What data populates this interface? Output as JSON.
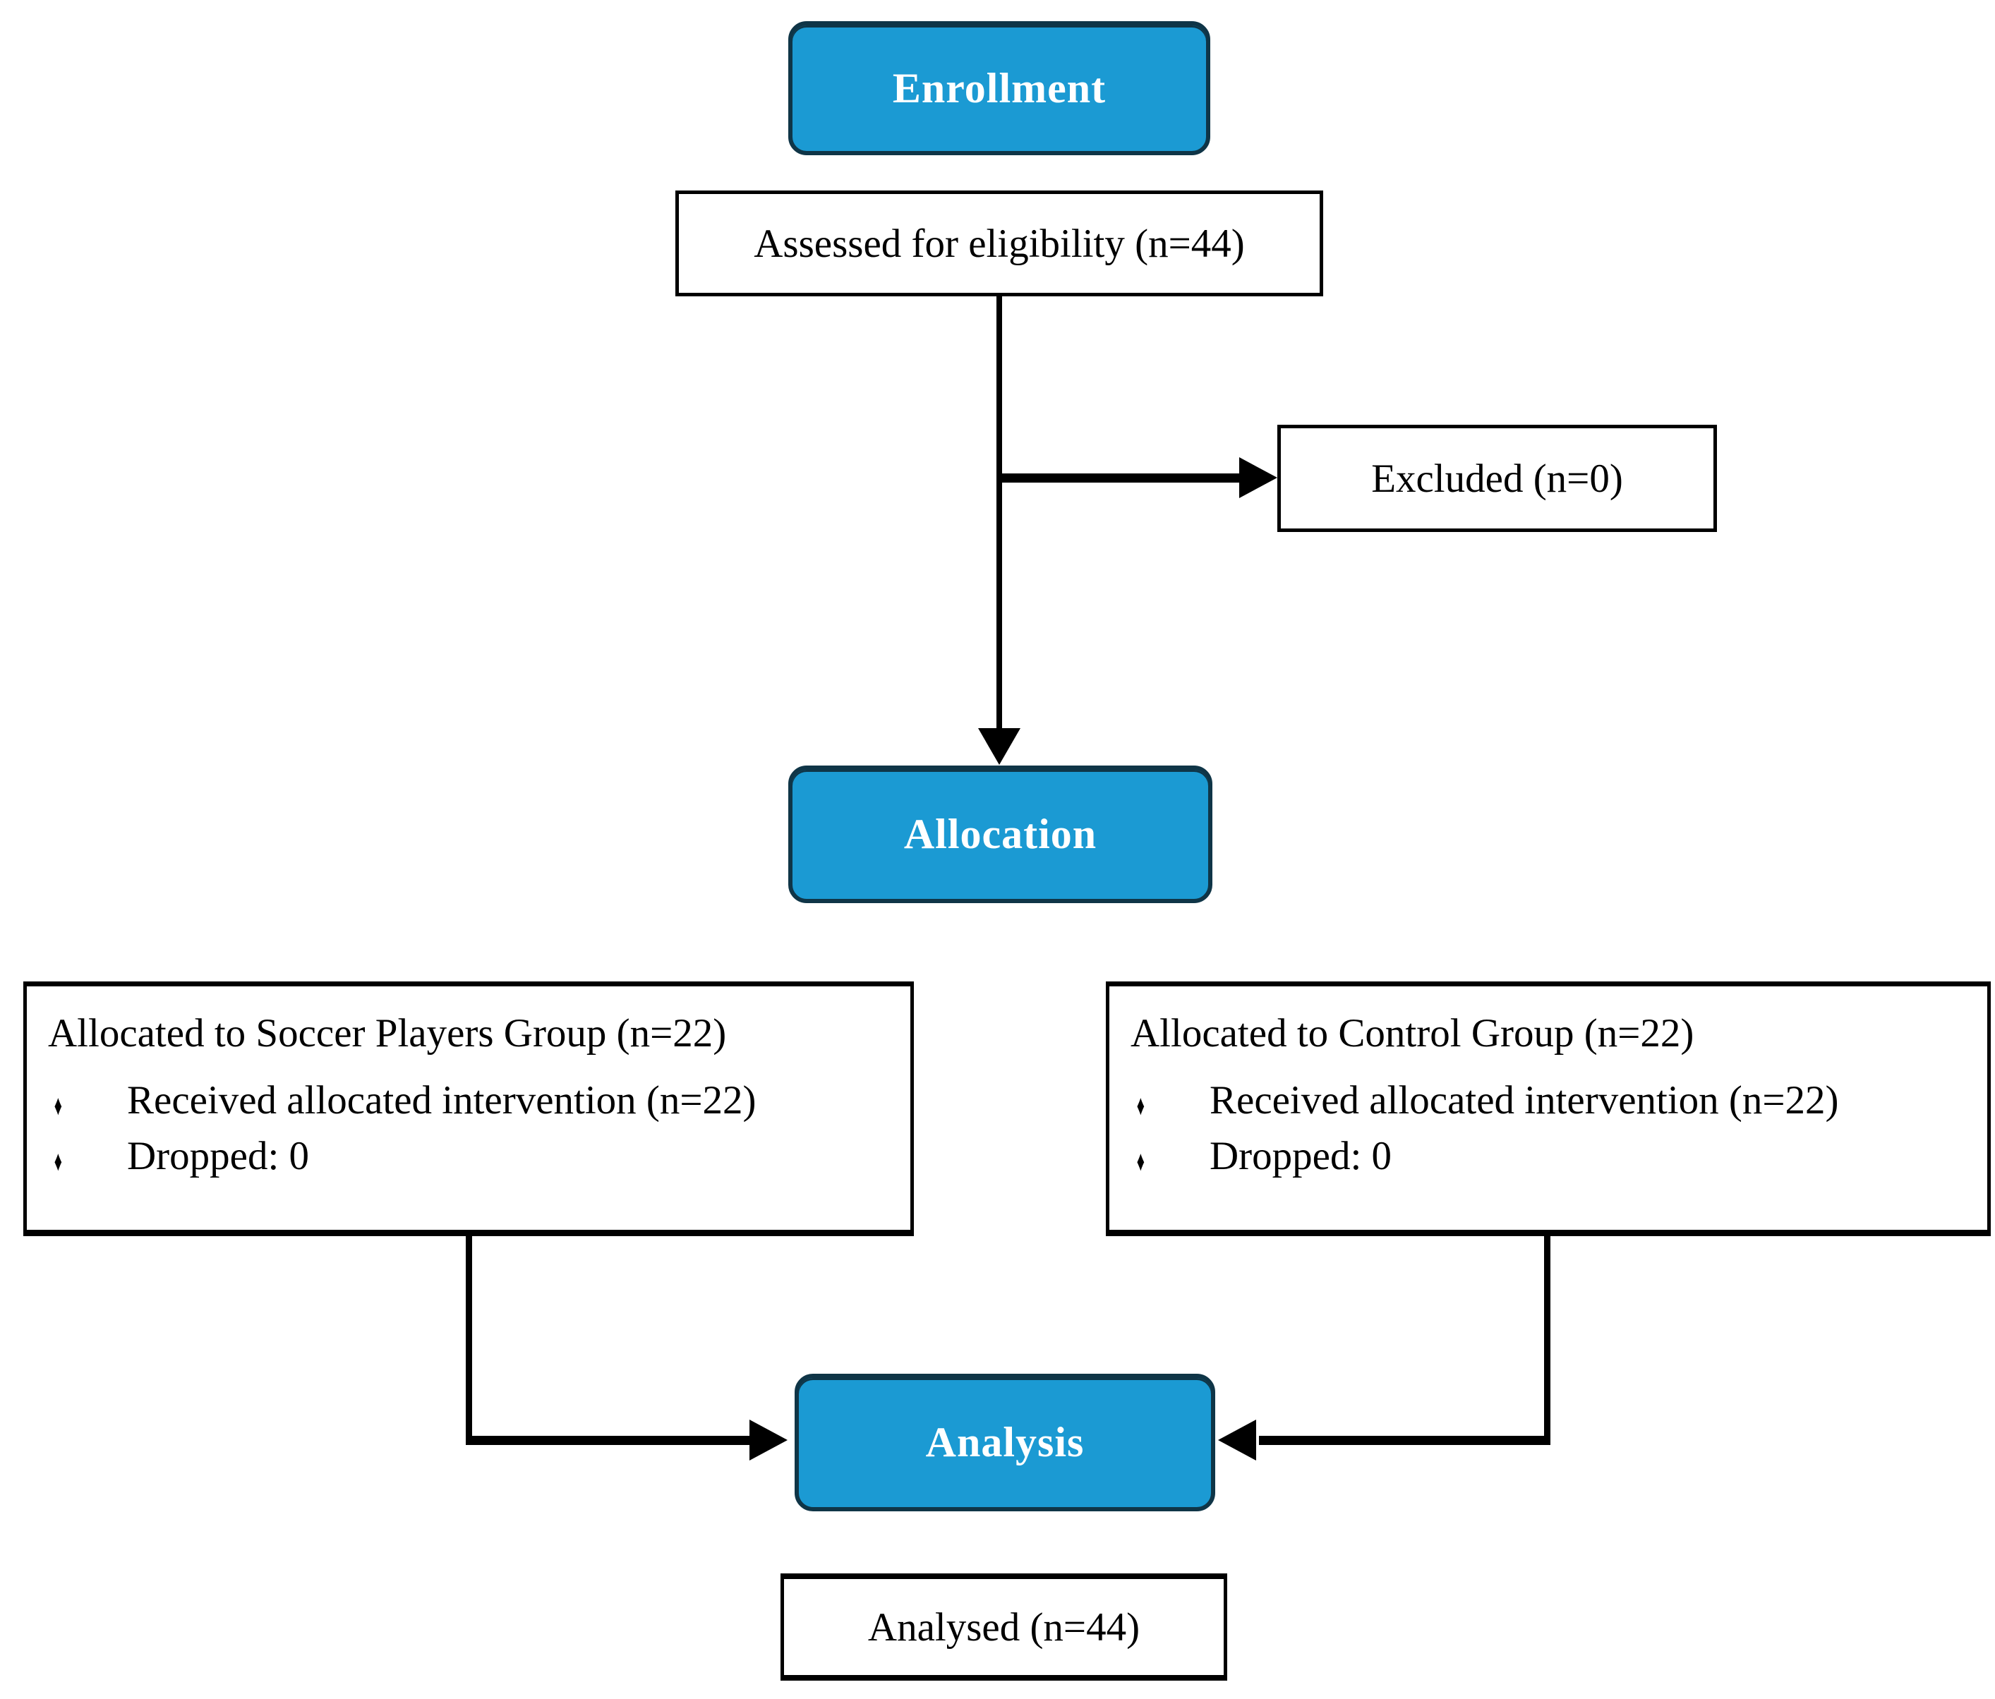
{
  "diagram_type": "consort-flow-diagram",
  "colors": {
    "stage_fill": "#1b9ad3",
    "stage_border": "#0f3547",
    "stage_text": "#ffffff",
    "box_border": "#000000",
    "box_fill": "#ffffff",
    "text": "#000000",
    "arrow": "#000000",
    "background": "#ffffff"
  },
  "icons": {
    "bullet": "♦"
  },
  "nodes": {
    "enrollment": {
      "label": "Enrollment"
    },
    "assessed": {
      "label": "Assessed for eligibility (n=44)"
    },
    "excluded": {
      "label": "Excluded (n=0)"
    },
    "allocation": {
      "label": "Allocation"
    },
    "soccer": {
      "title": "Allocated to Soccer Players Group (n=22)",
      "bullets": [
        "Received allocated intervention (n=22)",
        "Dropped: 0"
      ]
    },
    "control": {
      "title": "Allocated to Control Group (n=22)",
      "bullets": [
        "Received allocated intervention (n=22)",
        "Dropped: 0"
      ]
    },
    "analysis": {
      "label": "Analysis"
    },
    "analysed": {
      "label": "Analysed (n=44)"
    }
  }
}
